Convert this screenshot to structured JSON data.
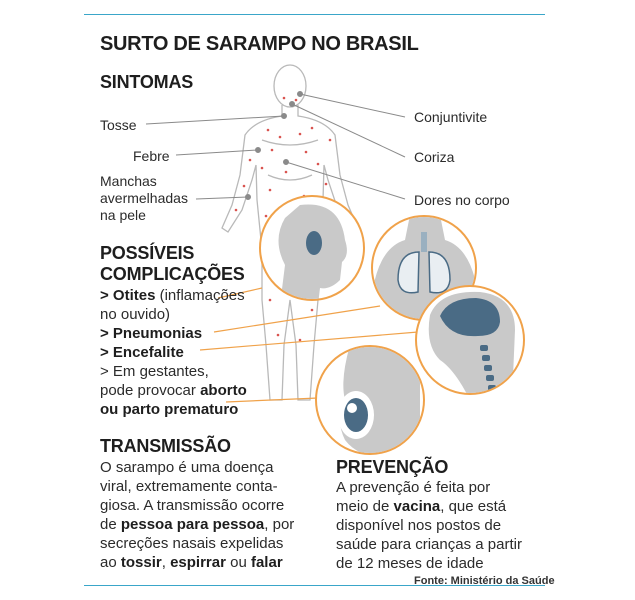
{
  "title": "SURTO DE SARAMPO NO BRASIL",
  "sintomas": {
    "heading": "SINTOMAS",
    "tosse": "Tosse",
    "febre": "Febre",
    "manchas": [
      "Manchas",
      "avermelhadas",
      "na pele"
    ],
    "conjuntivite": "Conjuntivite",
    "coriza": "Coriza",
    "dores": "Dores no corpo"
  },
  "complicacoes": {
    "heading": [
      "POSSÍVEIS",
      "COMPLICAÇÕES"
    ],
    "otites_bold": "> Otites",
    "otites_rest": " (inflamações",
    "otites_rest2": "no ouvido)",
    "pneumonias": "> Pneumonias",
    "encefalite": "> Encefalite",
    "gestantes1": "> Em gestantes,",
    "gestantes2_a": "pode provocar ",
    "gestantes2_b": "aborto",
    "gestantes3": "ou parto prematuro"
  },
  "transmissao": {
    "heading": "TRANSMISSÃO",
    "l1": "O sarampo é uma doença",
    "l2": "viral, extremamente conta-",
    "l3": "giosa. A transmissão ocorre",
    "l4_a": "de ",
    "l4_b": "pessoa para pessoa",
    "l4_c": ", por",
    "l5": "secreções nasais expelidas",
    "l6_a": "ao ",
    "l6_b": "tossir",
    "l6_c": ", ",
    "l6_d": "espirrar",
    "l6_e": " ou ",
    "l6_f": "falar"
  },
  "prevencao": {
    "heading": "PREVENÇÃO",
    "l1": "A prevenção é feita por",
    "l2_a": "meio de ",
    "l2_b": "vacina",
    "l2_c": ", que está",
    "l3": "disponível nos postos de",
    "l4": "saúde para crianças a partir",
    "l5": "de 12 meses de idade"
  },
  "source": "Fonte: Ministério da Saúde",
  "colors": {
    "rule": "#3aa6c9",
    "accent": "#f0a24a",
    "body": "#c9c9c9",
    "organ": "#4a6b85",
    "spots": "#d9534f"
  }
}
